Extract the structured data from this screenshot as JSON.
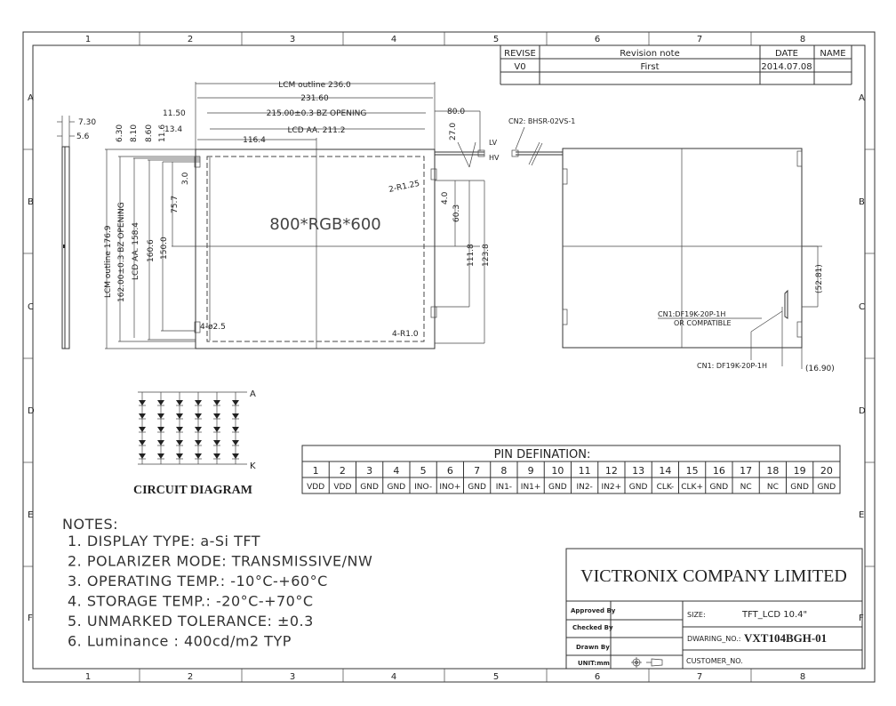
{
  "frame": {
    "columns": [
      "1",
      "2",
      "3",
      "4",
      "5",
      "6",
      "7",
      "8"
    ],
    "rows": [
      "A",
      "B",
      "C",
      "D",
      "E",
      "F"
    ]
  },
  "revision_table": {
    "headers": [
      "REVISE",
      "Revision note",
      "DATE",
      "NAME"
    ],
    "rows": [
      {
        "revise": "V0",
        "note": "First",
        "date": "2014.07.08",
        "name": ""
      }
    ]
  },
  "side_view": {
    "dim_a": "7.30",
    "dim_b": "5.6"
  },
  "front_view": {
    "resolution_label": "800*RGB*600",
    "dims": {
      "lcm_outline_w": "LCM outline 236.0",
      "w_231": "231.60",
      "bz_opening_w": "215.00±0.3  BZ  OPENING",
      "lcd_aa_w": "LCD  AA.  211.2",
      "center_x": "116.4",
      "d_11_50": "11.50",
      "d_13_4": "13.4",
      "d_6_30": "6.30",
      "d_8_10": "8.10",
      "d_8_60": "8.60",
      "d_11_6": "11.6",
      "d_3_0": "3.0",
      "d_75_7": "75.7",
      "d_150_0": "150.0",
      "d_160_6": "160.6",
      "lcd_aa_h": "LCD  AA.  158.4",
      "bz_opening_h": "162.00±0.3  BZ  OPENING",
      "lcm_outline_h": "LCM  outline  176.9",
      "d_80_0": "80.0",
      "d_27_0": "27.0",
      "d_4_0": "4.0",
      "d_60_3": "60.3",
      "d_111_8": "111.8",
      "d_123_8": "123.8",
      "r125": "2-R1.25",
      "hole": "4-ø2.5",
      "r10": "4-R1.0"
    },
    "lv": "LV",
    "hv": "HV",
    "cn2": "CN2:  BHSR-02VS-1"
  },
  "back_view": {
    "cn1_note_1": "CN1:DF19K-20P-1H",
    "cn1_note_2": "OR  COMPATIBLE",
    "cn1_label": "CN1:  DF19K-20P-1H",
    "d_52_81": "(52.81)",
    "d_16_90": "(16.90)"
  },
  "circuit": {
    "title": "CIRCUIT DIAGRAM",
    "anode": "A",
    "cathode": "K"
  },
  "pin_table": {
    "title": "PIN  DEFINATION:",
    "numbers": [
      "1",
      "2",
      "3",
      "4",
      "5",
      "6",
      "7",
      "8",
      "9",
      "10",
      "11",
      "12",
      "13",
      "14",
      "15",
      "16",
      "17",
      "18",
      "19",
      "20"
    ],
    "names": [
      "VDD",
      "VDD",
      "GND",
      "GND",
      "INO-",
      "INO+",
      "GND",
      "IN1-",
      "IN1+",
      "GND",
      "IN2-",
      "IN2+",
      "GND",
      "CLK-",
      "CLK+",
      "GND",
      "NC",
      "NC",
      "GND",
      "GND"
    ]
  },
  "notes": {
    "title": "NOTES:",
    "items": [
      "1. DISPLAY TYPE: a-Si TFT",
      "2. POLARIZER MODE: TRANSMISSIVE/NW",
      "3. OPERATING TEMP.: -10°C-+60°C",
      "4. STORAGE TEMP.: -20°C-+70°C",
      "5. UNMARKED TOLERANCE: ±0.3",
      "6. Luminance : 400cd/m2 TYP"
    ]
  },
  "title_block": {
    "company": "VICTRONIX COMPANY LIMITED",
    "approved_by": "Approved By",
    "checked_by": "Checked By",
    "drawn_by": "Drawn By",
    "unit": "UNIT:mm",
    "size_label": "SIZE:",
    "size_value": "TFT_LCD   10.4\"",
    "drawing_no_label": "DWARING_NO.:",
    "drawing_no_value": "VXT104BGH-01",
    "customer_no_label": "CUSTOMER_NO."
  }
}
